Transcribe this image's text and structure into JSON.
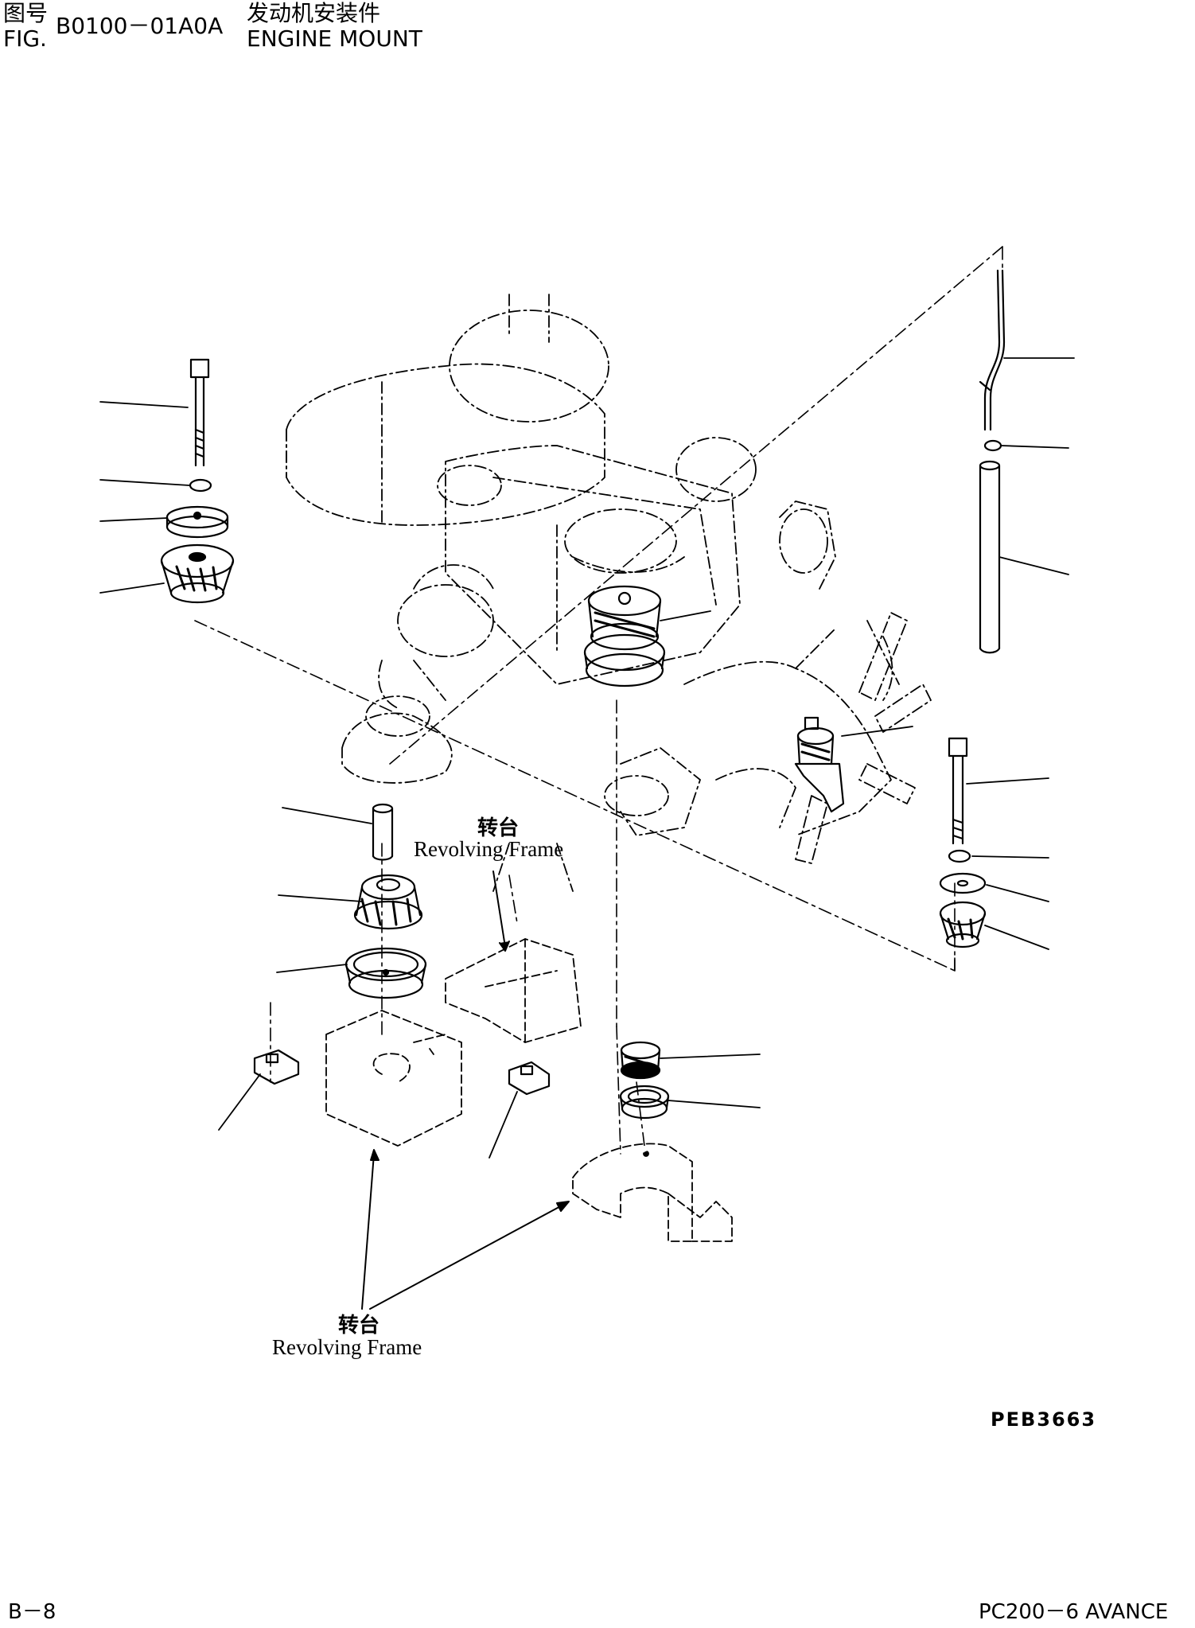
{
  "header": {
    "fig_label_cn": "图号",
    "fig_label_en": "FIG.",
    "fig_number": "B0100－01A0A",
    "title_cn": "发动机安装件",
    "title_en": "ENGINE MOUNT"
  },
  "labels": {
    "frame_upper_cn": "转台",
    "frame_upper_en": "Revolving Frame",
    "frame_lower_cn": "转台",
    "frame_lower_en": "Revolving Frame"
  },
  "footer": {
    "drawing_code": "PEB3663",
    "page": "B－8",
    "model": "PC200－6 AVANCE"
  }
}
